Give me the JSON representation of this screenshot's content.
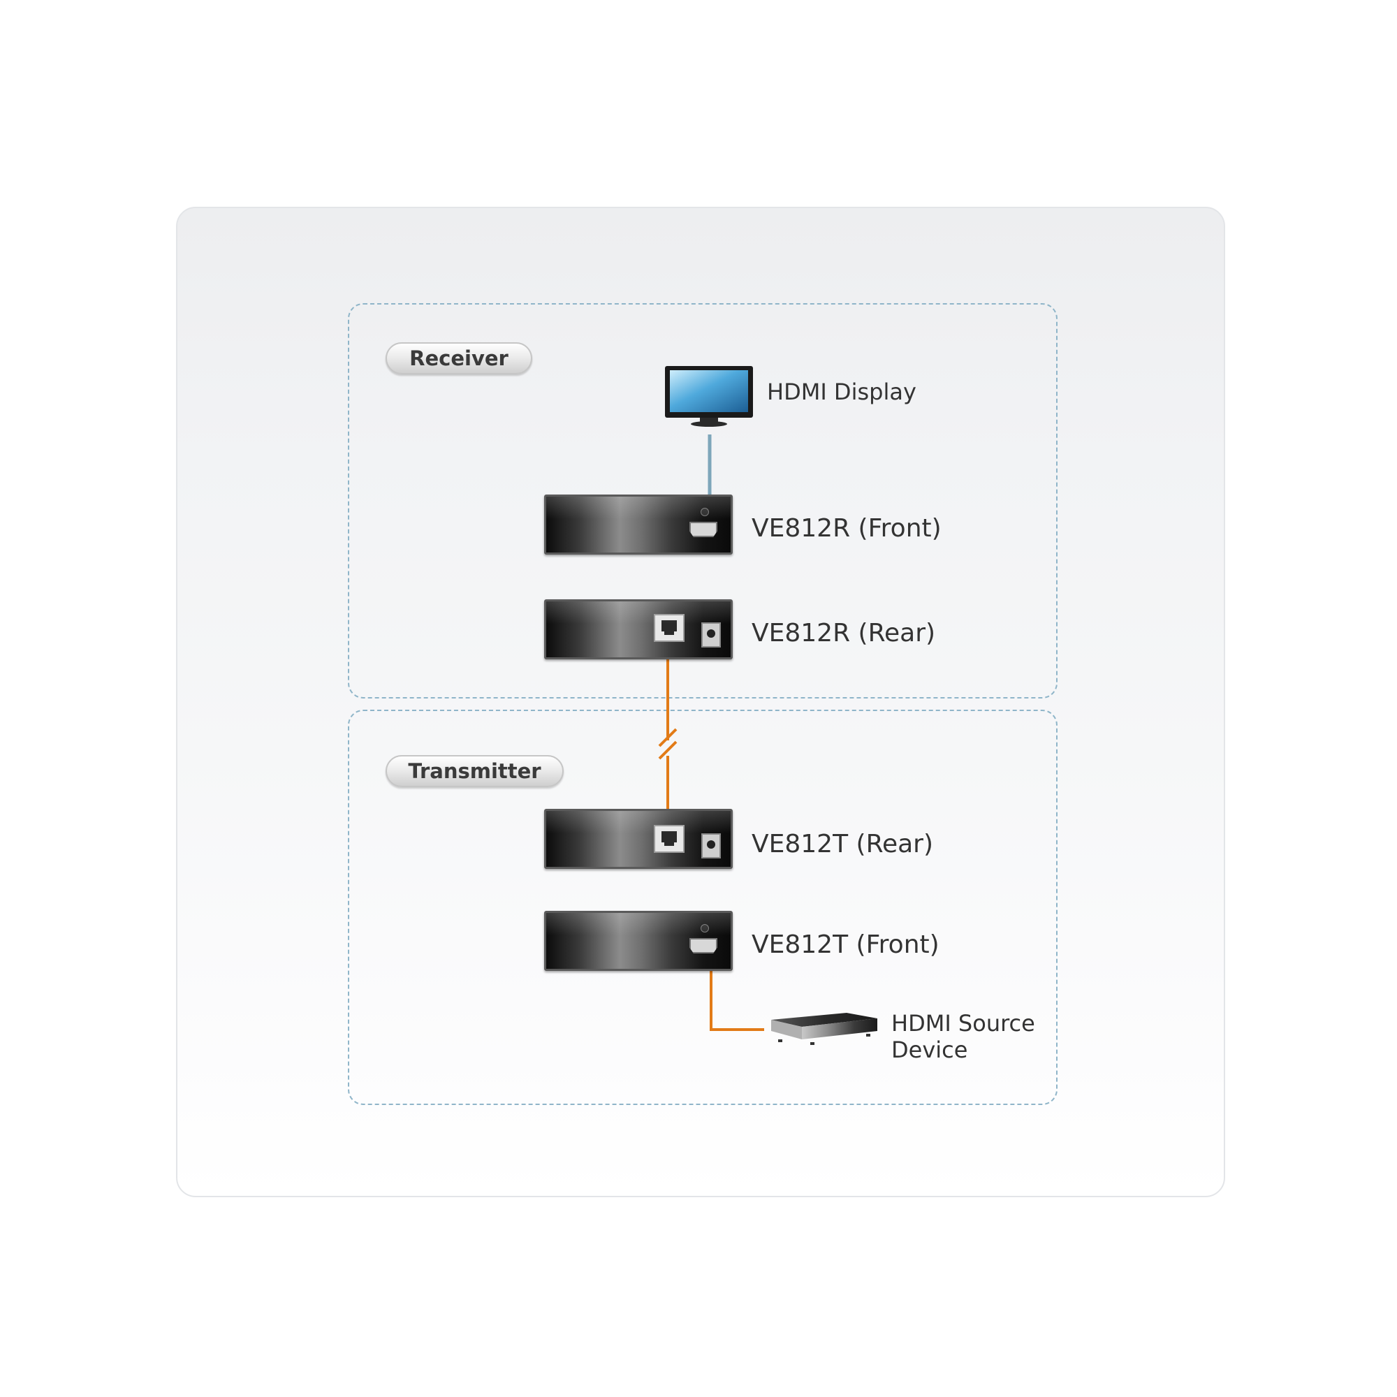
{
  "sections": {
    "receiver": {
      "title": "Receiver"
    },
    "transmitter": {
      "title": "Transmitter"
    }
  },
  "devices": {
    "hdmi_display": "HDMI Display",
    "rx_front": "VE812R (Front)",
    "rx_rear": "VE812R (Rear)",
    "tx_rear": "VE812T (Rear)",
    "tx_front": "VE812T (Front)",
    "hdmi_source_line1": "HDMI Source",
    "hdmi_source_line2": "Device"
  },
  "colors": {
    "section_border": "#8fb5c9",
    "hdmi_cable_display": "#7ea6ba",
    "cat_cable": "#e27b17",
    "hdmi_cable_source": "#e27b17"
  },
  "icons": {
    "display": "monitor-icon",
    "source": "media-box-icon",
    "cable_break": "cable-break-icon",
    "rj45": "rj45-port-icon",
    "power": "power-jack-icon",
    "hdmi": "hdmi-port-icon"
  }
}
